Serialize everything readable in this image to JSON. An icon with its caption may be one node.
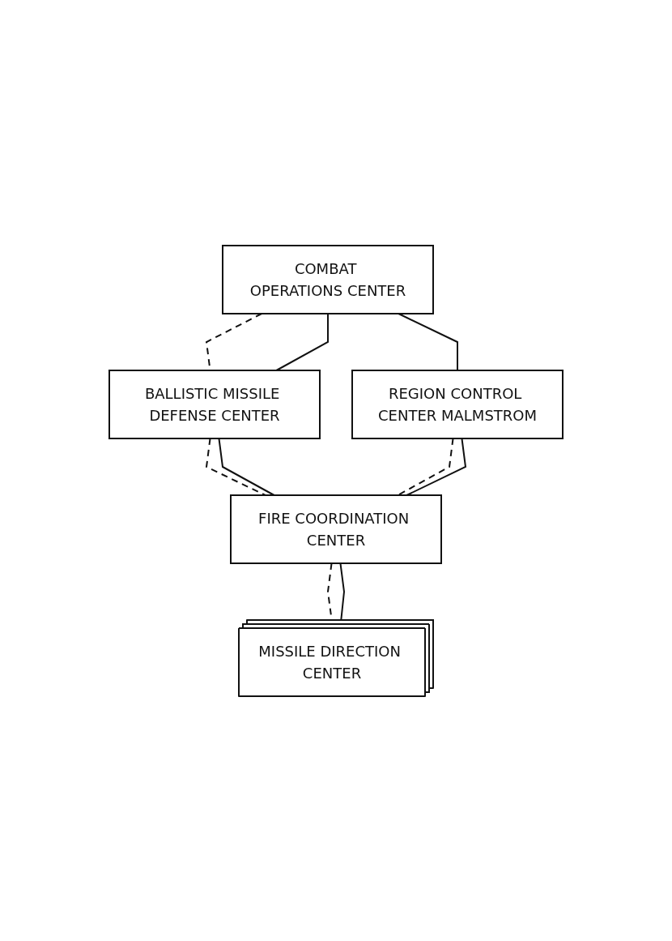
{
  "diagram": {
    "nodes": [
      {
        "text": [
          "COMBAT OPERATIONS CENTER"
        ]
      },
      {
        "text": [
          "BALLISTIC MISSILE DEFENSE CENTER"
        ]
      },
      {
        "text": [
          "REGION CONTROL CENTER MALMSTROM"
        ]
      },
      {
        "text": [
          "FIRE COORDINATION CENTER"
        ]
      },
      {
        "text": [
          "MISSILE DIRECTION CENTER"
        ]
      }
    ],
    "edges": [
      {
        "from": 0,
        "to": 1,
        "arrow": "none",
        "style": "dashed"
      },
      {
        "from": 0,
        "to": 1,
        "arrow": "none"
      },
      {
        "from": 0,
        "to": 2,
        "arrow": "none"
      },
      {
        "from": 1,
        "to": 3,
        "arrow": "none",
        "style": "dashed"
      },
      {
        "from": 1,
        "to": 3,
        "arrow": "none"
      },
      {
        "from": 2,
        "to": 3,
        "arrow": "none",
        "style": "dashed"
      },
      {
        "from": 2,
        "to": 3,
        "arrow": "none"
      },
      {
        "from": 3,
        "to": 4,
        "arrow": "none",
        "style": "dashed"
      },
      {
        "from": 3,
        "to": 4,
        "arrow": "none"
      }
    ]
  }
}
